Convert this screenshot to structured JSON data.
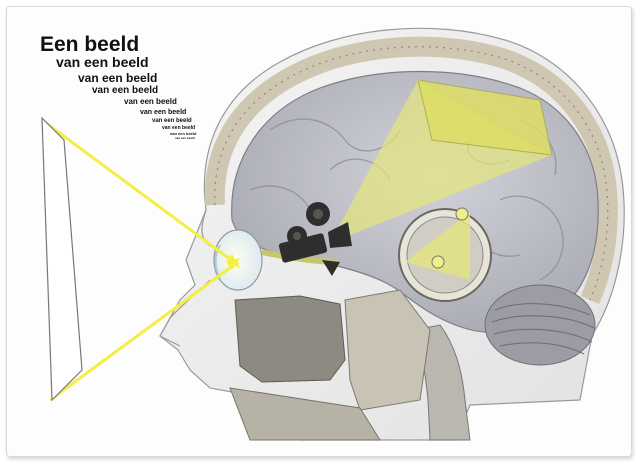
{
  "title_lines": [
    "Een beeld",
    "van een beeld",
    "van een beeld",
    "van een beeld",
    "van een beeld",
    "van een beeld",
    "van een beeld",
    "van een beeld",
    "van een beeld",
    "van een beeld"
  ],
  "colors": {
    "light_beam": "#f2f042",
    "projection_cone": "#e6e67a",
    "skull_bone": "#e7e1cf",
    "brain_tissue": "#bfc0c7",
    "sinus_cavity": "#8d8a82",
    "camera": "#2e2e2e"
  }
}
